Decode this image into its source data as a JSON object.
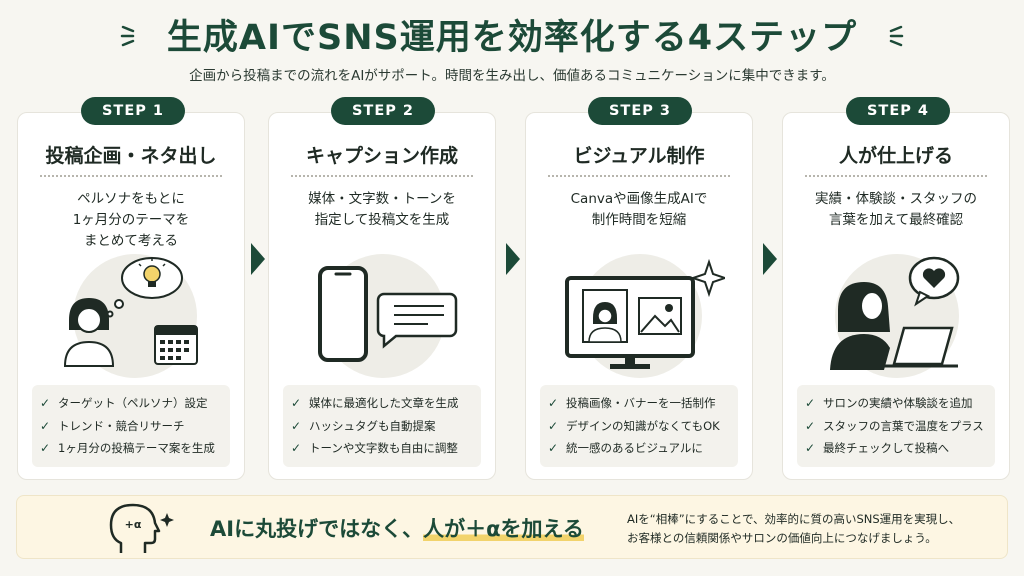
{
  "header": {
    "title": "生成AIでSNS運用を効率化する4ステップ",
    "subtitle": "企画から投稿までの流れをAIがサポート。時間を生み出し、価値あるコミュニケーションに集中できます。"
  },
  "colors": {
    "primary": "#1c4a38",
    "background": "#f7f6f1",
    "highlight": "#f2d36b",
    "bottom_box": "#fdf6e3"
  },
  "steps": [
    {
      "badge": "STEP 1",
      "title": "投稿企画・ネタ出し",
      "desc": "ペルソナをもとに\n1ヶ月分のテーマを\nまとめて考える",
      "illustration": "persona-lightbulb-calendar-icon",
      "checks": [
        "ターゲット（ペルソナ）設定",
        "トレンド・競合リサーチ",
        "1ヶ月分の投稿テーマ案を生成"
      ]
    },
    {
      "badge": "STEP 2",
      "title": "キャプション作成",
      "desc": "媒体・文字数・トーンを\n指定して投稿文を生成",
      "illustration": "smartphone-speech-bubble-icon",
      "checks": [
        "媒体に最適化した文章を生成",
        "ハッシュタグも自動提案",
        "トーンや文字数も自由に調整"
      ]
    },
    {
      "badge": "STEP 3",
      "title": "ビジュアル制作",
      "desc": "Canvaや画像生成AIで\n制作時間を短縮",
      "illustration": "monitor-image-sparkle-icon",
      "checks": [
        "投稿画像・バナーを一括制作",
        "デザインの知識がなくてもOK",
        "統一感のあるビジュアルに"
      ]
    },
    {
      "badge": "STEP 4",
      "title": "人が仕上げる",
      "desc": "実績・体験談・スタッフの\n言葉を加えて最終確認",
      "illustration": "person-laptop-heart-icon",
      "checks": [
        "サロンの実績や体験談を追加",
        "スタッフの言葉で温度をプラス",
        "最終チェックして投稿へ"
      ]
    }
  ],
  "bottom": {
    "icon_label": "+α",
    "headline_pre": "AIに丸投げではなく、",
    "headline_highlight": "人が＋αを加える",
    "note_line1": "AIを“相棒”にすることで、効率的に質の高いSNS運用を実現し、",
    "note_line2": "お客様との信頼関係やサロンの価値向上につなげましょう。"
  }
}
